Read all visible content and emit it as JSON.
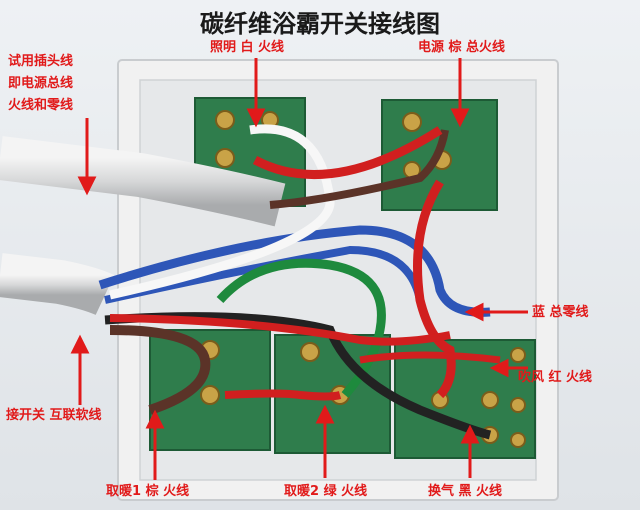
{
  "title": "碳纤维浴霸开关接线图",
  "labels": {
    "left_top_line1": "试用插头线",
    "left_top_line2": "即电源总线",
    "left_top_line3": "火线和零线",
    "lighting": "照明 白 火线",
    "power": "电源 棕 总火线",
    "neutral": "蓝 总零线",
    "fan": "吹风 红 火线",
    "switch_link": "接开关 互联软线",
    "heat1": "取暖1 棕 火线",
    "heat2": "取暖2 绿 火线",
    "vent": "换气 黑 火线"
  },
  "colors": {
    "label_red": "#e11a1a",
    "switch_body": "#f2f2f2",
    "terminal_green": "#2f7d4c",
    "cable_grey": "#d9dadb",
    "wire_red": "#d11f1f",
    "wire_white": "#f7f7f7",
    "wire_brown": "#5b3328",
    "wire_blue": "#2e56b8",
    "wire_green": "#1e8a3d",
    "wire_black": "#222222"
  },
  "watermark": ""
}
